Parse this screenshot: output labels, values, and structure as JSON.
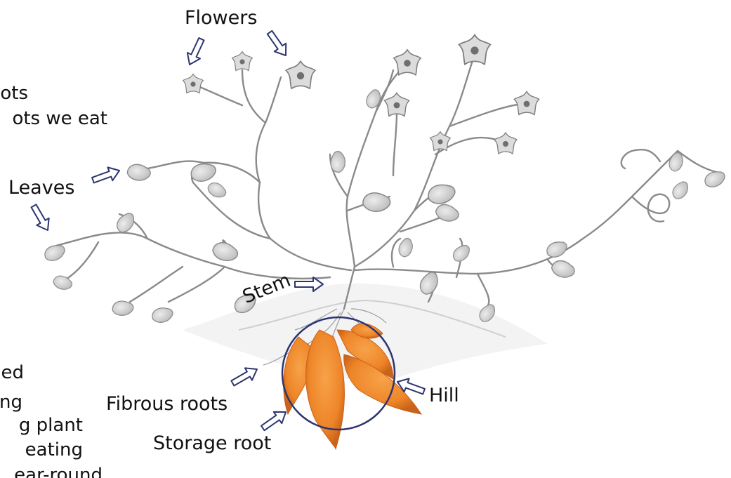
{
  "labels": {
    "flowers": "Flowers",
    "leaves": "Leaves",
    "stem": "Stem",
    "fibrous_roots": "Fibrous roots",
    "storage_root": "Storage root",
    "hill": "Hill"
  },
  "cropped_text_top": [
    "ots",
    "ots we eat"
  ],
  "cropped_text_bottom": [
    "ed",
    "ng",
    "g plant",
    "eating",
    "ear-round"
  ],
  "colors": {
    "plant_stroke": "#8a8a8a",
    "leaf_fill": "#d4d4d4",
    "root_fill": "#ef8a2c",
    "root_dark": "#c8621a",
    "hill_circle": "#2d3570",
    "arrow_stroke": "#2d3570"
  }
}
